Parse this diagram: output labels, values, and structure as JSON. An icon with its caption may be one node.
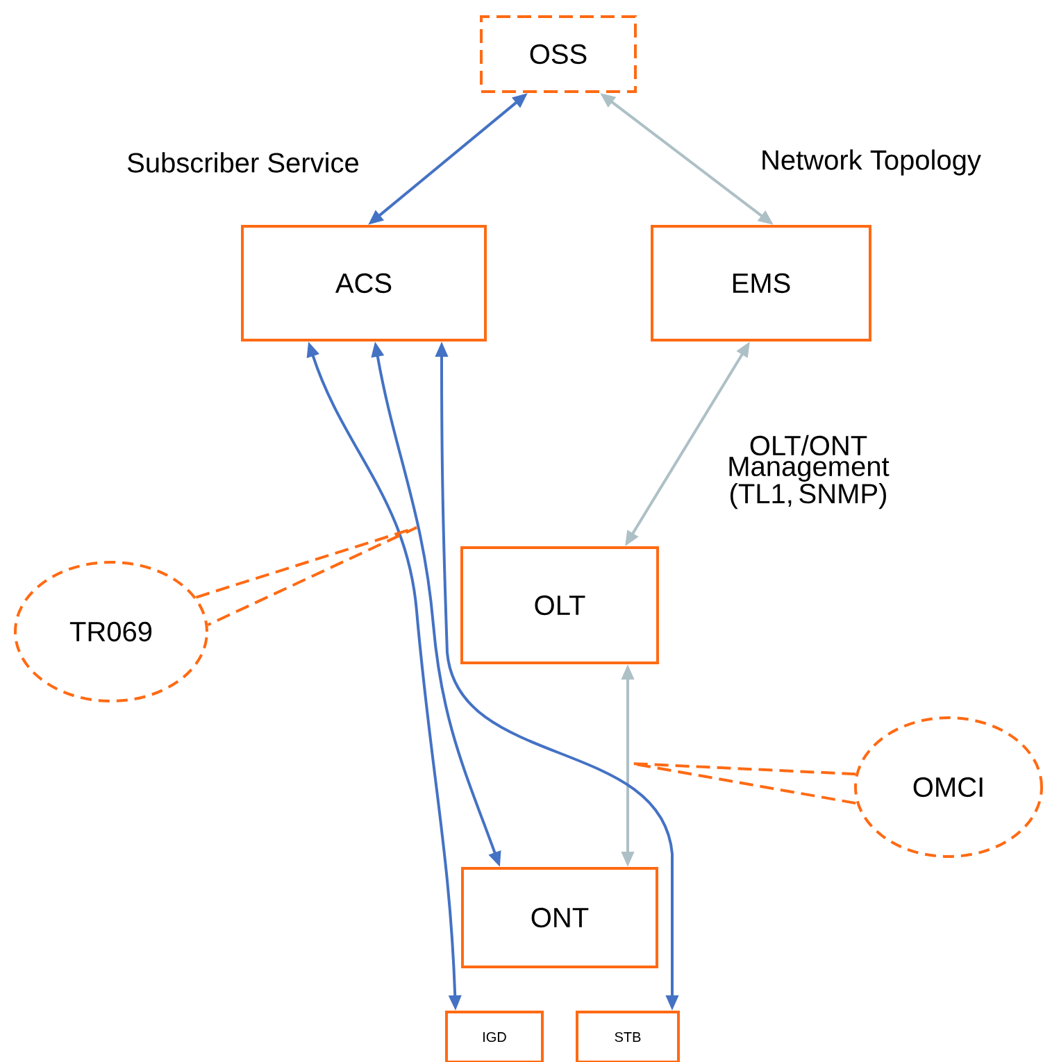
{
  "diagram": {
    "nodes": [
      {
        "text": [
          "OSS"
        ]
      },
      {
        "text": [
          "ACS"
        ]
      },
      {
        "text": [
          "EMS"
        ]
      },
      {
        "text": [
          "OLT"
        ]
      },
      {
        "text": [
          "ONT"
        ]
      },
      {
        "text": [
          "IGD"
        ]
      },
      {
        "text": [
          "STB"
        ]
      },
      {
        "text": [
          "TR069"
        ]
      },
      {
        "text": [
          "OMCI"
        ]
      }
    ],
    "edges": [
      {
        "from": 0,
        "to": 1,
        "arrow": "both",
        "label": "Subscriber Service"
      },
      {
        "from": 0,
        "to": 2,
        "arrow": "both",
        "label": "Network Topology",
        "color": "#adc0c6"
      },
      {
        "from": 2,
        "to": 3,
        "arrow": "both",
        "label": "OLT/ONT Management (TL1, SNMP)",
        "color": "#adc0c6"
      },
      {
        "from": 3,
        "to": 4,
        "arrow": "both",
        "color": "#adc0c6"
      },
      {
        "from": 1,
        "to": 5,
        "arrow": "both"
      },
      {
        "from": 1,
        "to": 4,
        "arrow": "both"
      },
      {
        "from": 1,
        "to": 6,
        "arrow": "both"
      },
      {
        "from": 7,
        "to": null,
        "arrow": "none",
        "style": "dashed",
        "color": "#ff6a13"
      },
      {
        "from": 8,
        "to": null,
        "arrow": "none",
        "style": "dashed",
        "color": "#ff6a13"
      }
    ]
  }
}
